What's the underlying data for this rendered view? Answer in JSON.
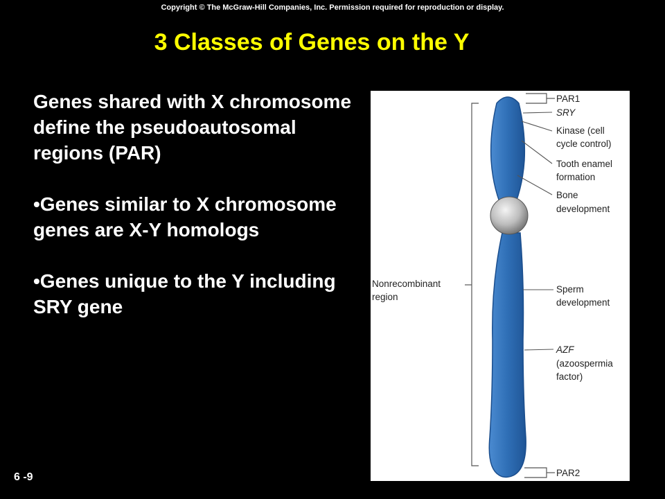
{
  "copyright": "Copyright © The McGraw-Hill Companies, Inc. Permission required for reproduction or display.",
  "title": "3 Classes of Genes on the Y",
  "bullets": [
    "Genes shared with X chromosome define the pseudoautosomal regions (PAR)",
    "•Genes similar to X chromosome genes are X-Y homologs",
    "•Genes unique to the Y including SRY gene"
  ],
  "slide_number": "6 -9",
  "diagram": {
    "labels": {
      "par1": "PAR1",
      "sry": "SRY",
      "kinase_1": "Kinase (cell",
      "kinase_2": "cycle control)",
      "tooth_1": "Tooth enamel",
      "tooth_2": "formation",
      "bone_1": "Bone",
      "bone_2": "development",
      "nonrecomb_1": "Nonrecombinant",
      "nonrecomb_2": "region",
      "sperm_1": "Sperm",
      "sperm_2": "development",
      "azf": "AZF",
      "azoo_1": "(azoospermia",
      "azoo_2": "factor)",
      "par2": "PAR2"
    },
    "colors": {
      "chromosome": "#2f6fb6",
      "chromosome_dark": "#1a4d8c",
      "centromere": "#c8c8c8"
    }
  }
}
